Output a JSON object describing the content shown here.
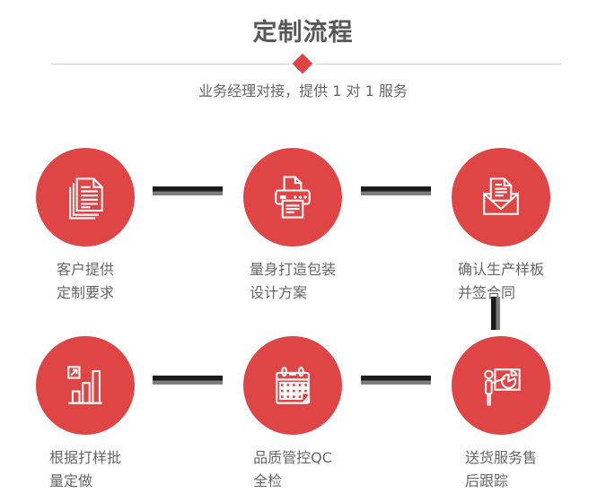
{
  "header": {
    "title": "定制流程",
    "subtitle": "业务经理对接，提供 1 对 1 服务"
  },
  "colors": {
    "accent_red": "#e04545",
    "title_text": "#595959",
    "body_text": "#666666",
    "divider_line": "#cccccc",
    "connector_dark": "#1b1b1b",
    "connector_shadow": "#7d7d7d",
    "icon_stroke": "#ffffff"
  },
  "steps": [
    {
      "id": "customer-requirements",
      "icon": "documents-icon",
      "line1": "客户提供",
      "line2": "定制要求"
    },
    {
      "id": "packaging-design",
      "icon": "printer-icon",
      "line1": "量身打造包装",
      "line2": "设计方案"
    },
    {
      "id": "sample-contract",
      "icon": "envelope-icon",
      "line1": "确认生产样板",
      "line2": "并签合同"
    },
    {
      "id": "batch-production",
      "icon": "bar-chart-icon",
      "line1": "根据打样批",
      "line2": "量定做"
    },
    {
      "id": "qc-inspection",
      "icon": "calendar-icon",
      "line1": "品质管控QC",
      "line2": "全检"
    },
    {
      "id": "delivery-tracking",
      "icon": "presentation-icon",
      "line1": "送货服务售",
      "line2": "后跟踪"
    }
  ]
}
